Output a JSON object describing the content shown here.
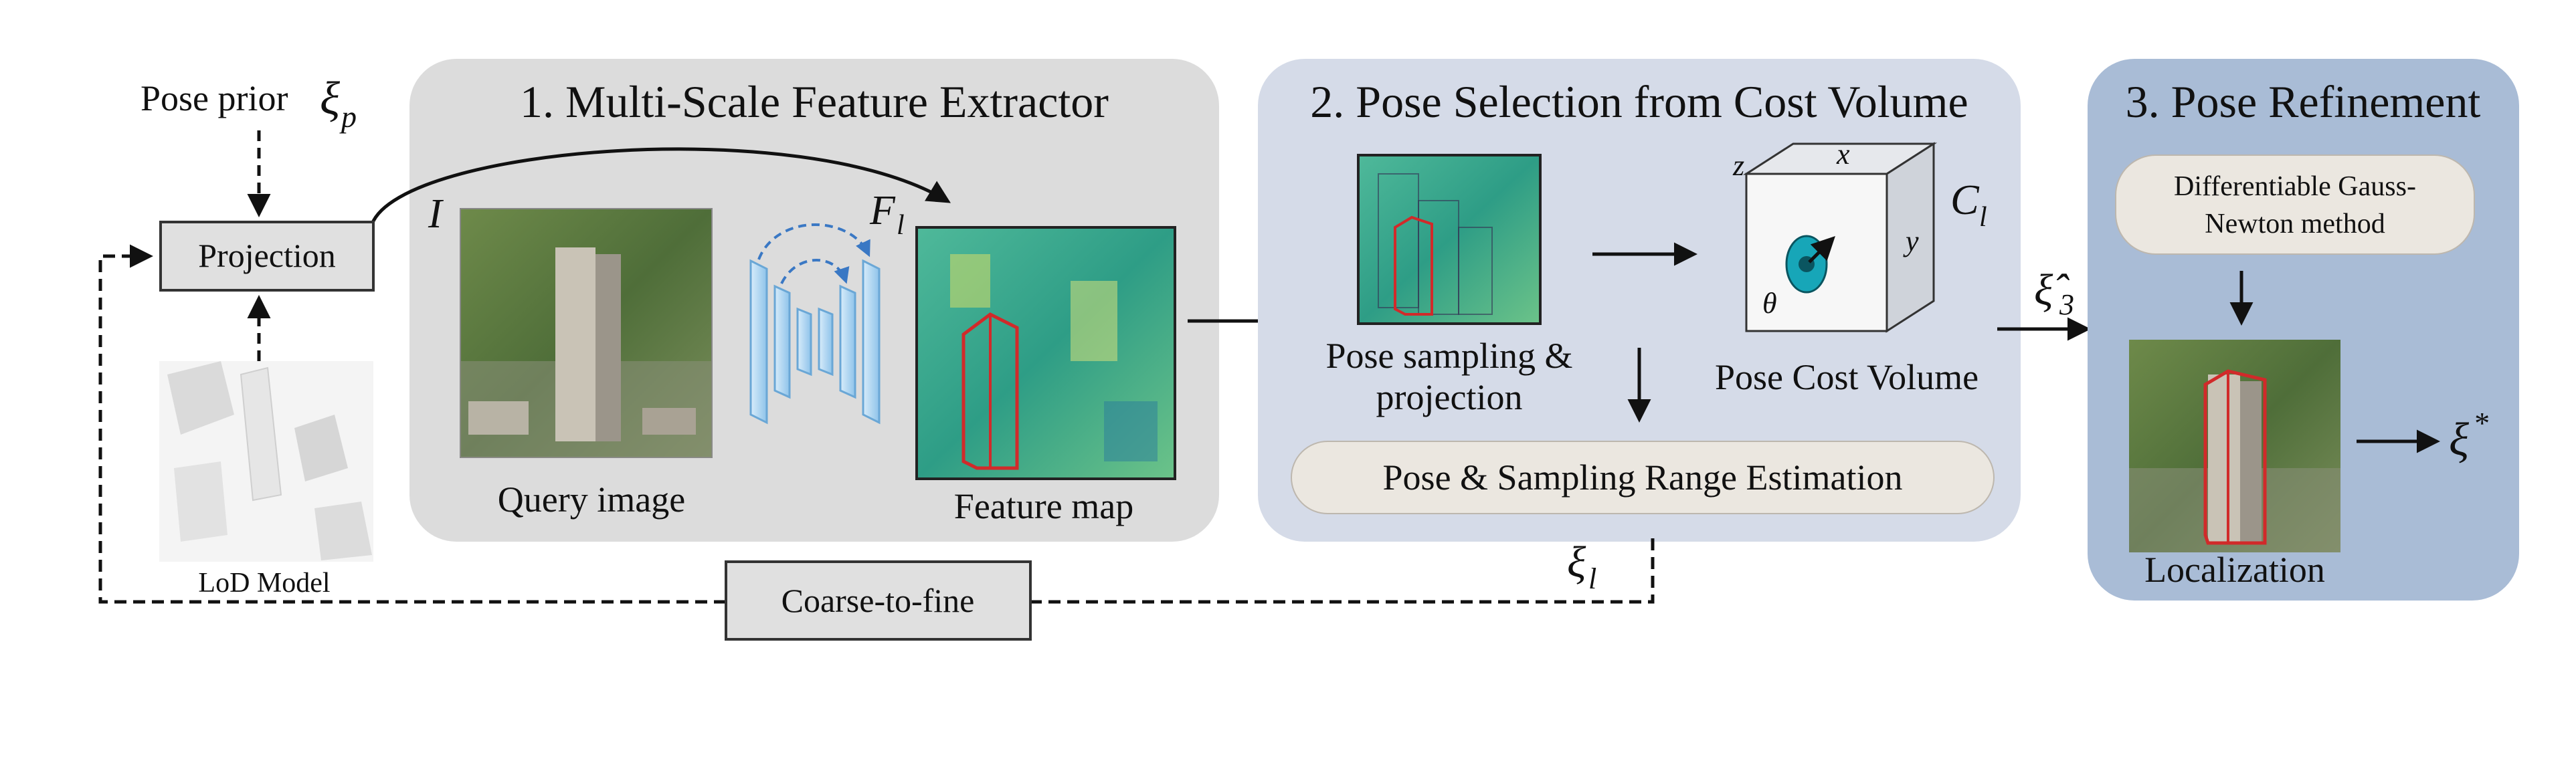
{
  "panels": {
    "feature_extractor": {
      "title": "1. Multi-Scale Feature Extractor",
      "color": "#dcdcdc"
    },
    "pose_selection": {
      "title": "2. Pose Selection from Cost Volume",
      "color": "#d5dbe8"
    },
    "pose_refinement": {
      "title": "3. Pose Refinement",
      "color": "#a9bcd6"
    }
  },
  "inputs": {
    "pose_prior_label": "Pose prior",
    "pose_prior_symbol": "ξ",
    "pose_prior_sub": "p",
    "projection_label": "Projection",
    "lod_label": "LoD Model"
  },
  "extractor": {
    "image_symbol": "I",
    "feature_symbol": "F",
    "feature_sub": "l",
    "query_label": "Query image",
    "feature_map_label": "Feature map"
  },
  "selection": {
    "sampling_label_line1": "Pose sampling &",
    "sampling_label_line2": "projection",
    "cost_volume_label": "Pose Cost Volume",
    "cost_symbol": "C",
    "cost_sub": "l",
    "axis_z": "z",
    "axis_x": "x",
    "axis_y": "y",
    "axis_theta": "θ",
    "range_label": "Pose & Sampling Range Estimation"
  },
  "refinement": {
    "method_line1": "Differentiable Gauss-",
    "method_line2": "Newton method",
    "localization_label": "Localization",
    "input_symbol": "ξ̂",
    "input_sub": "3",
    "output_symbol": "ξ",
    "output_sup": "*"
  },
  "loop": {
    "coarse_label": "Coarse-to-fine",
    "level_symbol": "ξ",
    "level_sub": "l"
  },
  "colors": {
    "building_outline": "#d12a2a",
    "feature_map_base": "#3fae8a",
    "unet_block": "#a9d3f0",
    "cost_marker": "#17a6b8"
  }
}
